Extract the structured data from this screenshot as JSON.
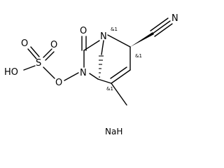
{
  "molecule": {
    "atoms": {
      "o_carbonyl": "O",
      "n_bridge": "N",
      "n_amide": "N",
      "n_nitrile": "N",
      "o_ether": "O",
      "s": "S",
      "o_top": "O",
      "o_right": "O",
      "ho": "HO"
    },
    "stereo_labels": [
      "&1",
      "&1",
      "&1"
    ],
    "salt": "NaH"
  }
}
